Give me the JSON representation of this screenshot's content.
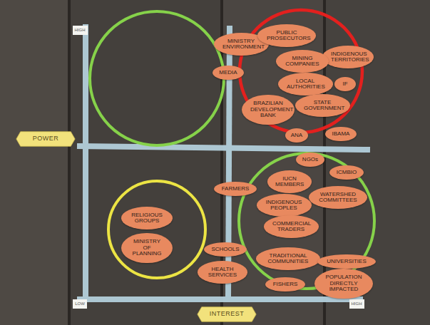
{
  "diagram": {
    "nodes": [
      {
        "text": [
          "HIGH"
        ]
      },
      {
        "text": [
          "LOW"
        ]
      },
      {
        "text": [
          "HIGH"
        ]
      },
      {
        "text": [
          "POWER"
        ]
      },
      {
        "text": [
          "INTEREST"
        ]
      },
      {
        "text": [
          "MINISTRY ENVIRONMENT"
        ]
      },
      {
        "text": [
          "MEDIA"
        ]
      },
      {
        "text": [
          "PUBLIC PROSECUTORS"
        ]
      },
      {
        "text": [
          "INDIGENOUS TERRITORIES"
        ]
      },
      {
        "text": [
          "MINING COMPANIES"
        ]
      },
      {
        "text": [
          "LOCAL AUTHORITIES"
        ]
      },
      {
        "text": [
          "IF"
        ]
      },
      {
        "text": [
          "BRAZILIAN DEVELOPMENT BANK"
        ]
      },
      {
        "text": [
          "STATE GOVERNMENT"
        ]
      },
      {
        "text": [
          "ANA"
        ]
      },
      {
        "text": [
          "IBAMA"
        ]
      },
      {
        "text": [
          "NGOs"
        ]
      },
      {
        "text": [
          "ICMBIO"
        ]
      },
      {
        "text": [
          "IUCN MEMBERS"
        ]
      },
      {
        "text": [
          "FARMERS"
        ]
      },
      {
        "text": [
          "WATERSHED COMMITTEES"
        ]
      },
      {
        "text": [
          "INDIGENOUS PEOPLES"
        ]
      },
      {
        "text": [
          "COMMERCIAL TRADERS"
        ]
      },
      {
        "text": [
          "RELIGIOUS GROUPS"
        ]
      },
      {
        "text": [
          "MINISTRY OF PLANNING"
        ]
      },
      {
        "text": [
          "SCHOOLS"
        ]
      },
      {
        "text": [
          "HEALTH SERVICES"
        ]
      },
      {
        "text": [
          "TRADITIONAL COMMUNITIES"
        ]
      },
      {
        "text": [
          "UNIVERSITIES"
        ]
      },
      {
        "text": [
          "FISHERS"
        ]
      },
      {
        "text": [
          "POPULATION DIRECTLY IMPACTED"
        ]
      }
    ]
  }
}
